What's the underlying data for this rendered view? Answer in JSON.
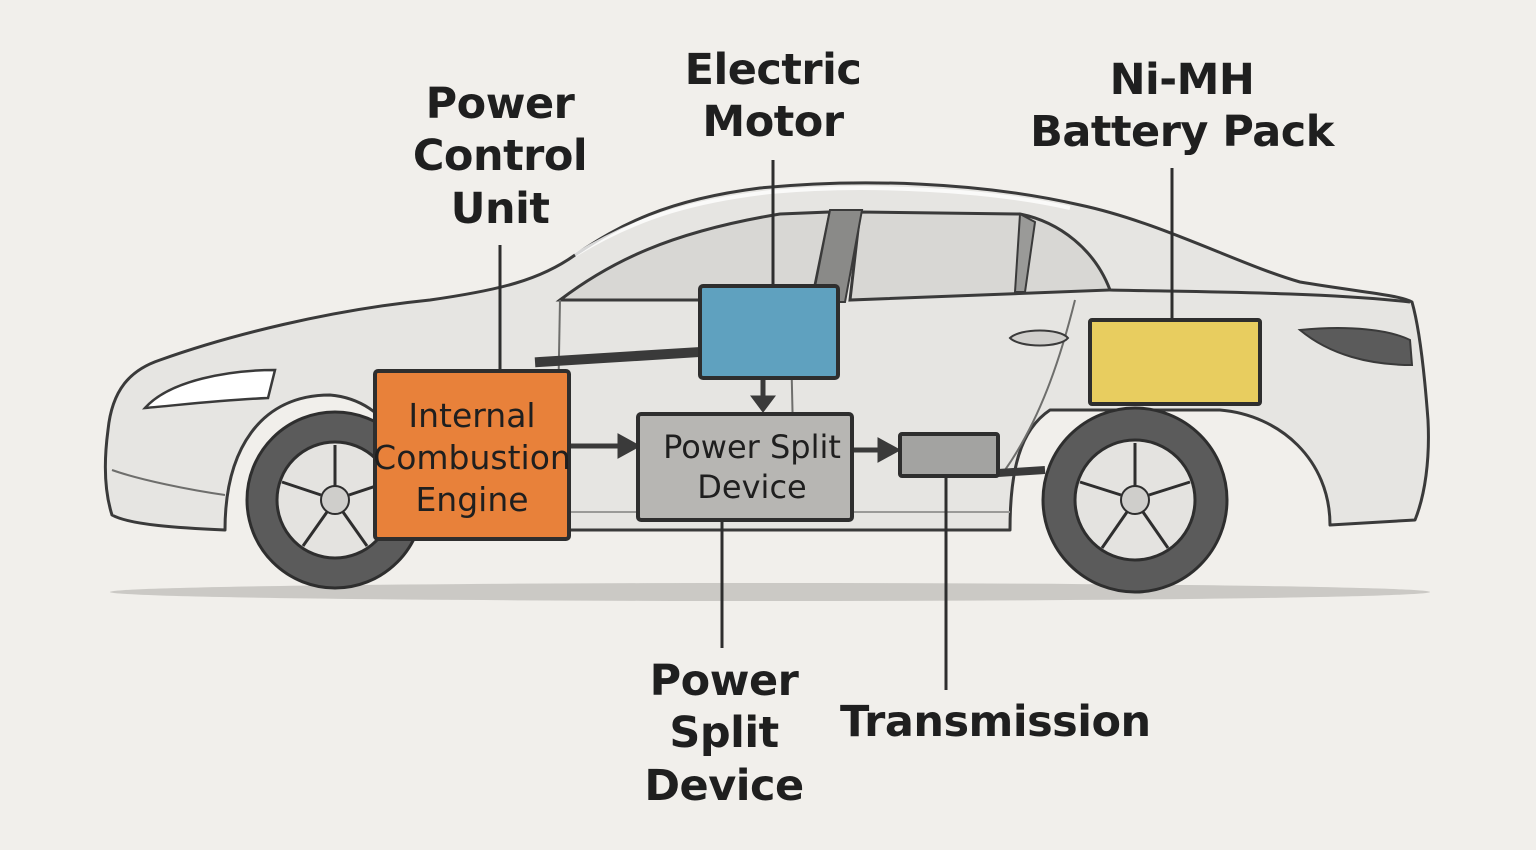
{
  "labels": {
    "power_control_unit": "Power\nControl\nUnit",
    "electric_motor": "Electric\nMotor",
    "battery_pack": "Ni-MH\nBattery Pack",
    "power_split_device_bottom": "Power\nSplit\nDevice",
    "transmission": "Transmission"
  },
  "boxes": {
    "engine": {
      "line1": "Internal",
      "line2": "Combustion",
      "line3": "Engine",
      "color": "#e8813a"
    },
    "power_split": {
      "line1": "Power Split",
      "line2": "Device",
      "color": "#b7b6b3"
    },
    "motor": {
      "color": "#5fa1bf"
    },
    "battery": {
      "color": "#e8cd5f"
    },
    "transmission": {
      "color": "#a3a3a1"
    }
  },
  "colors": {
    "background": "#f1efeb",
    "car_body": "#e6e5e2",
    "outline": "#3a3a3a",
    "tire": "#5b5b5b"
  }
}
